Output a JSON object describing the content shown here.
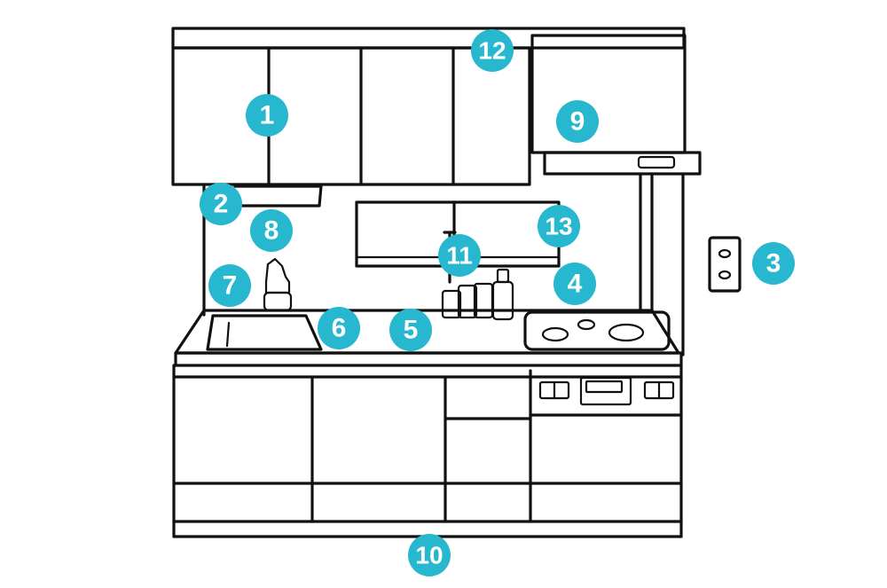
{
  "colors": {
    "marker": "#27b7cf",
    "line": "#111111",
    "background": "#ffffff"
  },
  "markers": [
    {
      "label": "1"
    },
    {
      "label": "2"
    },
    {
      "label": "3"
    },
    {
      "label": "4"
    },
    {
      "label": "5"
    },
    {
      "label": "6"
    },
    {
      "label": "7"
    },
    {
      "label": "8"
    },
    {
      "label": "9"
    },
    {
      "label": "10"
    },
    {
      "label": "11"
    },
    {
      "label": "12"
    },
    {
      "label": "13"
    }
  ]
}
